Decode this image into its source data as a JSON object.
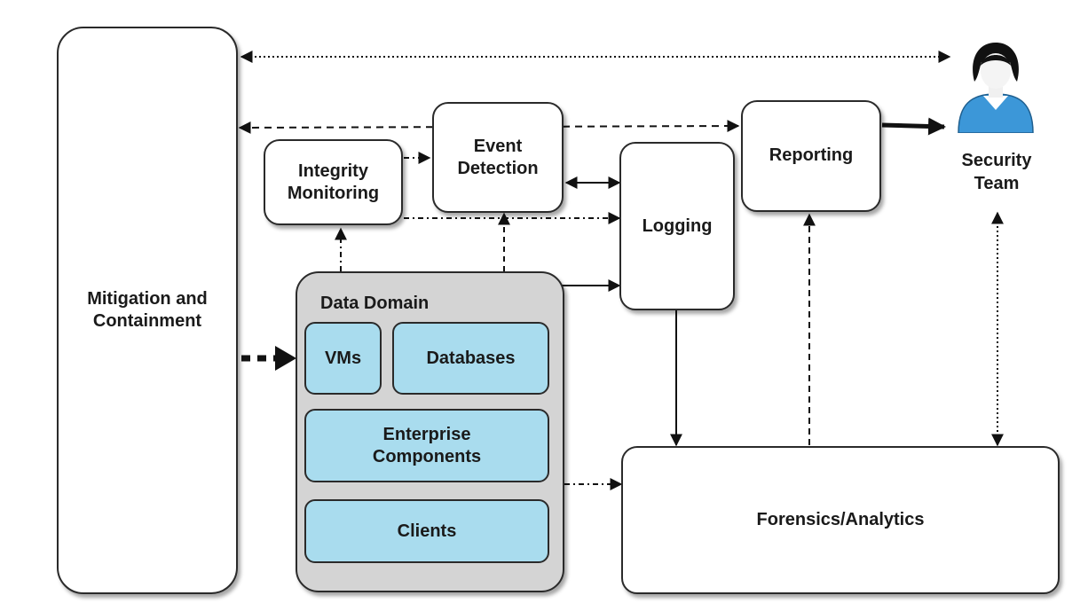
{
  "nodes": {
    "mitigation": "Mitigation and\nContainment",
    "integrity": "Integrity\nMonitoring",
    "event": "Event\nDetection",
    "logging": "Logging",
    "reporting": "Reporting",
    "forensics": "Forensics/Analytics",
    "security_team": "Security\nTeam"
  },
  "data_domain": {
    "title": "Data Domain",
    "components": {
      "vms": "VMs",
      "databases": "Databases",
      "enterprise": "Enterprise\nComponents",
      "clients": "Clients"
    }
  },
  "icons": {
    "security_team": "person-icon"
  },
  "colors": {
    "component_fill": "#a9dcee",
    "domain_fill": "#d4d4d4",
    "person_blue": "#3c97d8"
  }
}
